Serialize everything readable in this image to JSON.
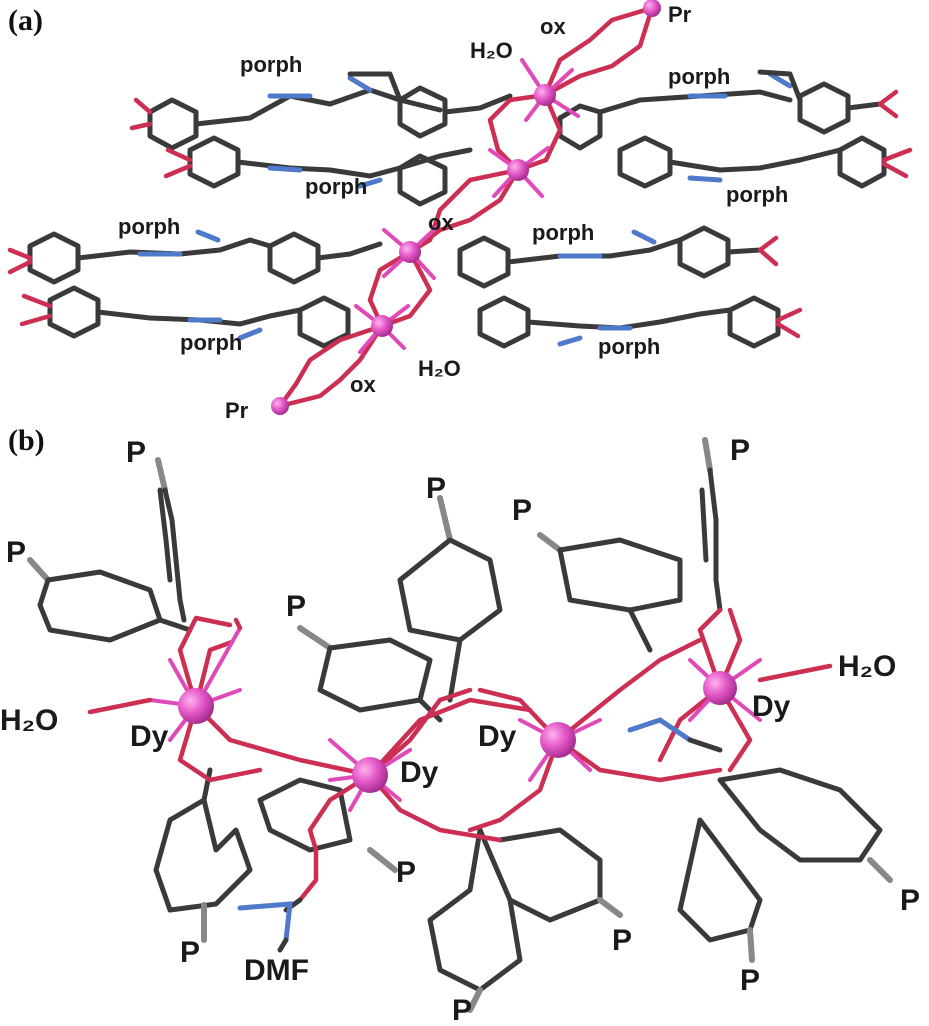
{
  "panel_a": {
    "label": "(a)",
    "pr_top": "Pr",
    "pr_bottom": "Pr",
    "water_top": "H₂O",
    "water_bottom": "H₂O",
    "ox_top": "ox",
    "ox_mid": "ox",
    "ox_bottom": "ox",
    "porph_labels": [
      "porph",
      "porph",
      "porph",
      "porph",
      "porph",
      "porph",
      "porph",
      "porph"
    ]
  },
  "panel_b": {
    "label": "(b)",
    "water_left": "H₂O",
    "water_right": "H₂O",
    "dy_labels": [
      "Dy",
      "Dy",
      "Dy",
      "Dy"
    ],
    "dmf": "DMF",
    "p_labels": [
      "P",
      "P",
      "P",
      "P",
      "P",
      "P",
      "P",
      "P",
      "P",
      "P",
      "P",
      "P"
    ]
  },
  "colors": {
    "carbon": "#3a3a3a",
    "nitrogen": "#4f79c9",
    "oxygen": "#cc2f52",
    "metal": "#e04ab8",
    "p_bond": "#888888"
  }
}
